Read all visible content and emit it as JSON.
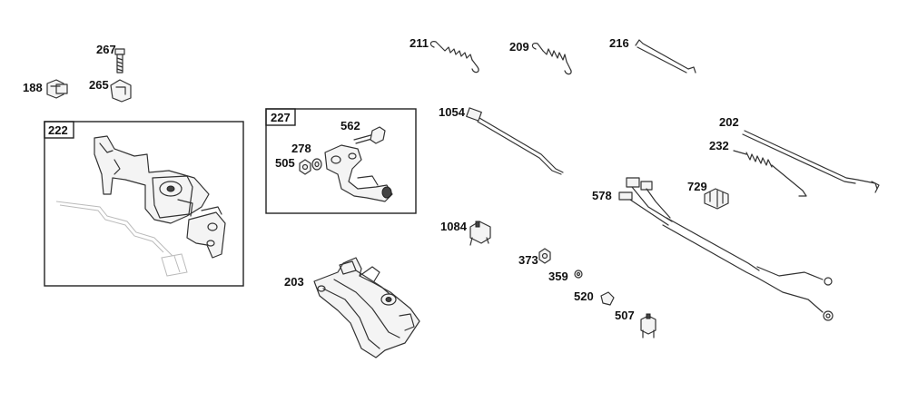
{
  "boxes": [
    {
      "id": "box-222",
      "label": "222"
    },
    {
      "id": "box-227",
      "label": "227"
    }
  ],
  "callouts": {
    "c188": "188",
    "c267": "267",
    "c265": "265",
    "c211": "211",
    "c209": "209",
    "c216": "216",
    "c562": "562",
    "c278": "278",
    "c505": "505",
    "c1054": "1054",
    "c202": "202",
    "c232": "232",
    "c729": "729",
    "c578": "578",
    "c1084": "1084",
    "c373": "373",
    "c359": "359",
    "c520": "520",
    "c507": "507",
    "c203": "203"
  }
}
